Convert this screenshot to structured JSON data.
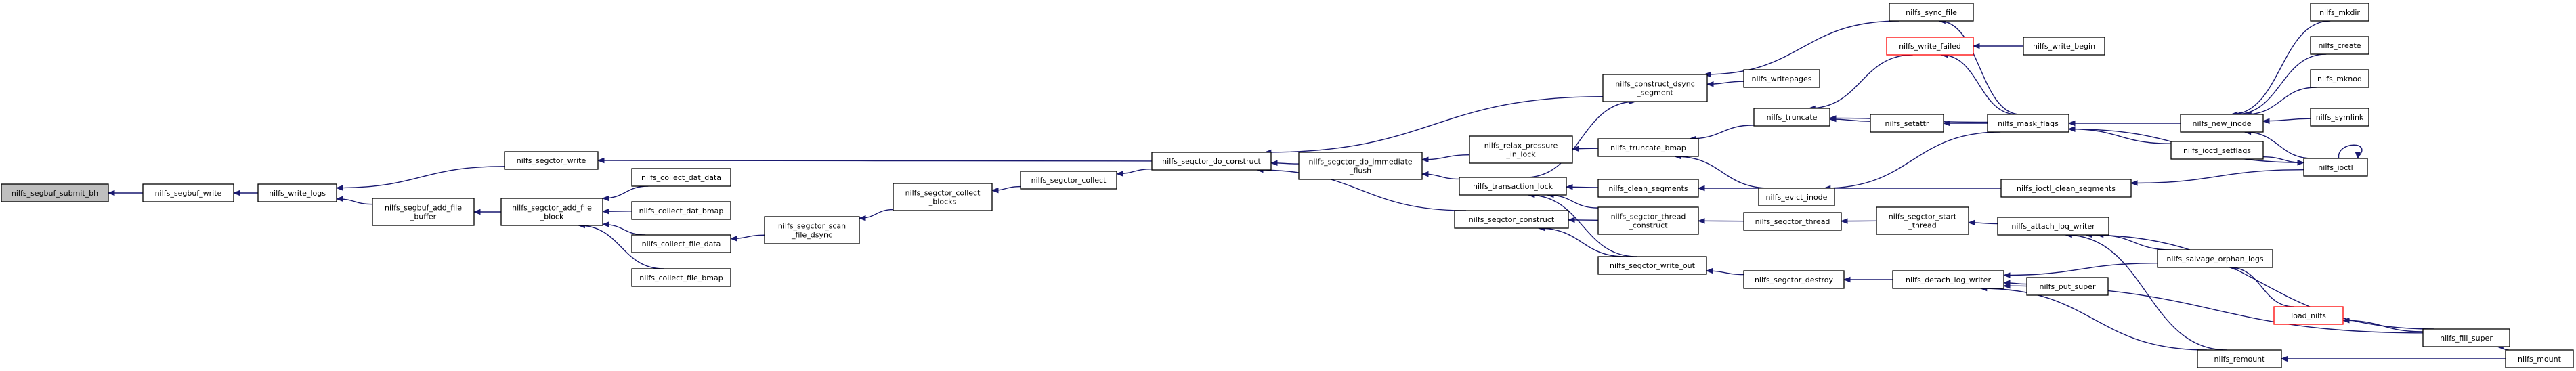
{
  "diagram": {
    "nodes": [
      {
        "id": "submit_bh",
        "lines": [
          "nilfs_segbuf_submit_bh"
        ],
        "style": "root"
      },
      {
        "id": "segbuf_write",
        "lines": [
          "nilfs_segbuf_write"
        ]
      },
      {
        "id": "write_logs",
        "lines": [
          "nilfs_write_logs"
        ]
      },
      {
        "id": "segctor_write",
        "lines": [
          "nilfs_segctor_write"
        ]
      },
      {
        "id": "segbuf_add_file_buffer",
        "lines": [
          "nilfs_segbuf_add_file",
          "_buffer"
        ]
      },
      {
        "id": "segctor_add_file_block",
        "lines": [
          "nilfs_segctor_add_file",
          "_block"
        ]
      },
      {
        "id": "collect_dat_data",
        "lines": [
          "nilfs_collect_dat_data"
        ]
      },
      {
        "id": "collect_dat_bmap",
        "lines": [
          "nilfs_collect_dat_bmap"
        ]
      },
      {
        "id": "collect_file_data",
        "lines": [
          "nilfs_collect_file_data"
        ]
      },
      {
        "id": "collect_file_bmap",
        "lines": [
          "nilfs_collect_file_bmap"
        ]
      },
      {
        "id": "scan_file_dsync",
        "lines": [
          "nilfs_segctor_scan",
          "_file_dsync"
        ]
      },
      {
        "id": "collect_blocks",
        "lines": [
          "nilfs_segctor_collect",
          "_blocks"
        ]
      },
      {
        "id": "segctor_collect",
        "lines": [
          "nilfs_segctor_collect"
        ]
      },
      {
        "id": "do_construct",
        "lines": [
          "nilfs_segctor_do_construct"
        ]
      },
      {
        "id": "do_immediate_flush",
        "lines": [
          "nilfs_segctor_do_immediate",
          "_flush"
        ]
      },
      {
        "id": "relax_pressure",
        "lines": [
          "nilfs_relax_pressure",
          "_in_lock"
        ]
      },
      {
        "id": "transaction_lock",
        "lines": [
          "nilfs_transaction_lock"
        ]
      },
      {
        "id": "construct_dsync",
        "lines": [
          "nilfs_construct_dsync",
          "_segment"
        ]
      },
      {
        "id": "segctor_construct",
        "lines": [
          "nilfs_segctor_construct"
        ]
      },
      {
        "id": "sync_file",
        "lines": [
          "nilfs_sync_file"
        ]
      },
      {
        "id": "writepages",
        "lines": [
          "nilfs_writepages"
        ]
      },
      {
        "id": "truncate_bmap",
        "lines": [
          "nilfs_truncate_bmap"
        ]
      },
      {
        "id": "clean_segments",
        "lines": [
          "nilfs_clean_segments"
        ]
      },
      {
        "id": "thread_construct",
        "lines": [
          "nilfs_segctor_thread",
          "_construct"
        ]
      },
      {
        "id": "write_out",
        "lines": [
          "nilfs_segctor_write_out"
        ]
      },
      {
        "id": "segctor_thread",
        "lines": [
          "nilfs_segctor_thread"
        ]
      },
      {
        "id": "segctor_destroy",
        "lines": [
          "nilfs_segctor_destroy"
        ]
      },
      {
        "id": "start_thread",
        "lines": [
          "nilfs_segctor_start",
          "_thread"
        ]
      },
      {
        "id": "truncate",
        "lines": [
          "nilfs_truncate"
        ]
      },
      {
        "id": "evict_inode",
        "lines": [
          "nilfs_evict_inode"
        ]
      },
      {
        "id": "write_failed",
        "lines": [
          "nilfs_write_failed"
        ],
        "style": "red"
      },
      {
        "id": "setattr",
        "lines": [
          "nilfs_setattr"
        ]
      },
      {
        "id": "write_begin",
        "lines": [
          "nilfs_write_begin"
        ]
      },
      {
        "id": "mark_flags",
        "lines": [
          "nilfs_mask_flags"
        ]
      },
      {
        "id": "ioctl_clean",
        "lines": [
          "nilfs_ioctl_clean_segments"
        ]
      },
      {
        "id": "ioctl_setflags",
        "lines": [
          "nilfs_ioctl_setflags"
        ]
      },
      {
        "id": "new_inode",
        "lines": [
          "nilfs_new_inode"
        ]
      },
      {
        "id": "ioctl",
        "lines": [
          "nilfs_ioctl"
        ]
      },
      {
        "id": "mkdir",
        "lines": [
          "nilfs_mkdir"
        ]
      },
      {
        "id": "create",
        "lines": [
          "nilfs_create"
        ]
      },
      {
        "id": "mknod",
        "lines": [
          "nilfs_mknod"
        ]
      },
      {
        "id": "symlink",
        "lines": [
          "nilfs_symlink"
        ]
      },
      {
        "id": "attach_log_writer",
        "lines": [
          "nilfs_attach_log_writer"
        ]
      },
      {
        "id": "detach_log_writer",
        "lines": [
          "nilfs_detach_log_writer"
        ]
      },
      {
        "id": "salvage",
        "lines": [
          "nilfs_salvage_orphan_logs"
        ]
      },
      {
        "id": "put_super",
        "lines": [
          "nilfs_put_super"
        ]
      },
      {
        "id": "remount",
        "lines": [
          "nilfs_remount"
        ]
      },
      {
        "id": "load_nilfs",
        "lines": [
          "load_nilfs"
        ],
        "style": "red"
      },
      {
        "id": "fill_super",
        "lines": [
          "nilfs_fill_super"
        ]
      },
      {
        "id": "mount",
        "lines": [
          "nilfs_mount"
        ]
      }
    ],
    "edges": [
      {
        "from": "segbuf_write",
        "to": "submit_bh"
      },
      {
        "from": "write_logs",
        "to": "segbuf_write"
      },
      {
        "from": "segctor_write",
        "to": "write_logs"
      },
      {
        "from": "segbuf_add_file_buffer",
        "to": "write_logs"
      },
      {
        "from": "segctor_add_file_block",
        "to": "segbuf_add_file_buffer"
      },
      {
        "from": "collect_dat_data",
        "to": "segctor_add_file_block"
      },
      {
        "from": "collect_dat_bmap",
        "to": "segctor_add_file_block"
      },
      {
        "from": "collect_file_data",
        "to": "segctor_add_file_block"
      },
      {
        "from": "collect_file_bmap",
        "to": "segctor_add_file_block"
      },
      {
        "from": "scan_file_dsync",
        "to": "collect_file_data"
      },
      {
        "from": "collect_blocks",
        "to": "scan_file_dsync"
      },
      {
        "from": "segctor_collect",
        "to": "collect_blocks"
      },
      {
        "from": "do_construct",
        "to": "segctor_collect"
      },
      {
        "from": "do_construct",
        "to": "segctor_write"
      },
      {
        "from": "do_immediate_flush",
        "to": "do_construct"
      },
      {
        "from": "construct_dsync",
        "to": "do_construct"
      },
      {
        "from": "segctor_construct",
        "to": "do_construct"
      },
      {
        "from": "relax_pressure",
        "to": "do_immediate_flush"
      },
      {
        "from": "transaction_lock",
        "to": "do_immediate_flush"
      },
      {
        "from": "transaction_lock",
        "to": "construct_dsync"
      },
      {
        "from": "sync_file",
        "to": "construct_dsync"
      },
      {
        "from": "writepages",
        "to": "construct_dsync"
      },
      {
        "from": "truncate_bmap",
        "to": "relax_pressure"
      },
      {
        "from": "clean_segments",
        "to": "transaction_lock"
      },
      {
        "from": "thread_construct",
        "to": "transaction_lock"
      },
      {
        "from": "write_out",
        "to": "transaction_lock"
      },
      {
        "from": "thread_construct",
        "to": "segctor_construct"
      },
      {
        "from": "write_out",
        "to": "segctor_construct"
      },
      {
        "from": "truncate",
        "to": "truncate_bmap"
      },
      {
        "from": "evict_inode",
        "to": "truncate_bmap"
      },
      {
        "from": "segctor_thread",
        "to": "thread_construct"
      },
      {
        "from": "segctor_destroy",
        "to": "write_out"
      },
      {
        "from": "start_thread",
        "to": "segctor_thread"
      },
      {
        "from": "detach_log_writer",
        "to": "segctor_destroy"
      },
      {
        "from": "attach_log_writer",
        "to": "start_thread"
      },
      {
        "from": "setattr",
        "to": "truncate"
      },
      {
        "from": "write_failed",
        "to": "truncate"
      },
      {
        "from": "mark_flags",
        "to": "truncate"
      },
      {
        "from": "mark_flags",
        "to": "sync_file"
      },
      {
        "from": "mark_flags",
        "to": "write_failed"
      },
      {
        "from": "mark_flags",
        "to": "setattr"
      },
      {
        "from": "mark_flags",
        "to": "evict_inode"
      },
      {
        "from": "write_begin",
        "to": "write_failed"
      },
      {
        "from": "ioctl_clean",
        "to": "clean_segments"
      },
      {
        "from": "ioctl",
        "to": "ioctl_clean"
      },
      {
        "from": "new_inode",
        "to": "mark_flags"
      },
      {
        "from": "ioctl_setflags",
        "to": "mark_flags"
      },
      {
        "from": "ioctl",
        "to": "mark_flags"
      },
      {
        "from": "ioctl",
        "to": "new_inode"
      },
      {
        "from": "ioctl",
        "to": "ioctl"
      },
      {
        "from": "ioctl_setflags",
        "to": "ioctl"
      },
      {
        "from": "mkdir",
        "to": "new_inode"
      },
      {
        "from": "create",
        "to": "new_inode"
      },
      {
        "from": "mknod",
        "to": "new_inode"
      },
      {
        "from": "symlink",
        "to": "new_inode"
      },
      {
        "from": "salvage",
        "to": "attach_log_writer"
      },
      {
        "from": "salvage",
        "to": "detach_log_writer"
      },
      {
        "from": "put_super",
        "to": "detach_log_writer"
      },
      {
        "from": "remount",
        "to": "attach_log_writer"
      },
      {
        "from": "remount",
        "to": "detach_log_writer"
      },
      {
        "from": "fill_super",
        "to": "attach_log_writer"
      },
      {
        "from": "fill_super",
        "to": "detach_log_writer"
      },
      {
        "from": "load_nilfs",
        "to": "salvage"
      },
      {
        "from": "fill_super",
        "to": "load_nilfs"
      },
      {
        "from": "mount",
        "to": "fill_super"
      },
      {
        "from": "mount",
        "to": "remount"
      }
    ]
  }
}
